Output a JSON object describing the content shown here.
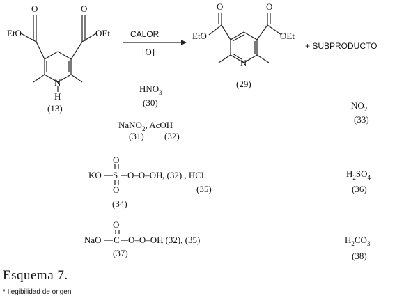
{
  "scheme": {
    "reactant": {
      "ester_left": "EtO",
      "ester_right": "OEt",
      "carbonyl_o": "O",
      "nh_n": "N",
      "nh_h": "H",
      "label": "(13)"
    },
    "arrow": {
      "above": "CALOR",
      "below": "[O]"
    },
    "product": {
      "ester_left": "EtO",
      "ester_right": "OEt",
      "carbonyl_o": "O",
      "ring_n": "N",
      "label": "(29)"
    },
    "plus_byproduct": "+ SUBPRODUCTO"
  },
  "reagents": {
    "hno3": {
      "formula": "HNO",
      "sub": "3",
      "label": "(30)"
    },
    "nano2": {
      "formula_a": "NaNO",
      "sub": "2",
      "formula_b": ", AcOH",
      "label_a": "(31)",
      "label_b": "(32)"
    },
    "persulfate": {
      "left": "KO",
      "s": "S",
      "o_top": "O",
      "o_bottom": "O",
      "chain": "O–O–OH",
      "extra": ", (32) , HCl",
      "label_main": "(34)",
      "label_extra": "(35)"
    },
    "percarbonate": {
      "left": "NaO",
      "c": "C",
      "o_top": "O",
      "chain": "O–O–OH",
      "extra": ", (32), (35)",
      "label": "(37)"
    }
  },
  "byproducts": {
    "no2": {
      "formula": "NO",
      "sub": "2",
      "label": "(33)"
    },
    "h2so4": {
      "h": "H",
      "h_sub": "2",
      "so": "SO",
      "so_sub": "4",
      "label": "(36)"
    },
    "h2co3": {
      "h": "H",
      "h_sub": "2",
      "co": "CO",
      "co_sub": "3",
      "label": "(38)"
    }
  },
  "caption": "Esquema 7.",
  "footnote": "* Ilegibilidad de origen"
}
